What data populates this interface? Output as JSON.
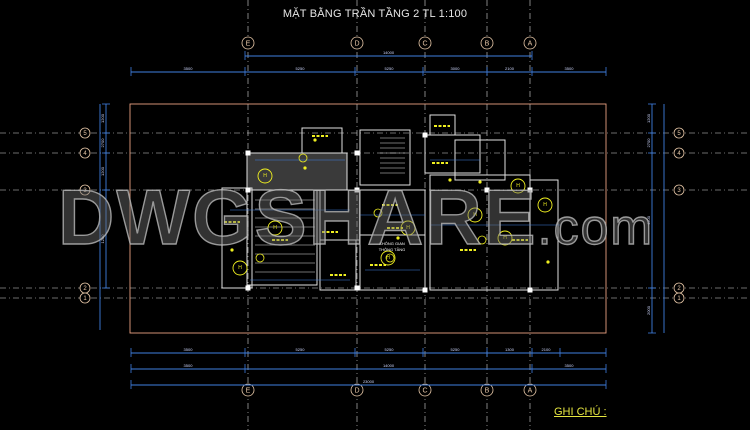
{
  "drawing": {
    "title": "MẶT BẰNG TRẦN TẦNG 2 TL 1:100",
    "notes_heading": "GHI CHÚ :",
    "watermark": "DWGSHARE",
    "watermark_suffix": ".com",
    "room_label_1": "KHÔNG GIAN",
    "room_label_2": "THÔNG TẦNG",
    "fixture_symbol": "H"
  },
  "grid_axes": {
    "columns": [
      "E",
      "D",
      "C",
      "B",
      "A"
    ],
    "rows": [
      "5",
      "4",
      "3",
      "2",
      "1"
    ]
  },
  "dimensions": {
    "top_overall": "14000",
    "top_segments": [
      "3500",
      "5250",
      "5250",
      "3000",
      "2100",
      "3500"
    ],
    "bottom_segments": [
      "3500",
      "5250",
      "5250",
      "5250",
      "1300",
      "2100"
    ],
    "bottom_middle": [
      "3500",
      "14000",
      "3500"
    ],
    "bottom_overall": "23000",
    "left_segments": [
      "1200",
      "2700",
      "1200",
      "1200"
    ],
    "right_segments": [
      "1200",
      "2700",
      "4200",
      "2000"
    ]
  },
  "colors": {
    "background": "#000000",
    "dimension": "#3f7fe0",
    "axis": "#d8d8d8",
    "axis_bubble": "#e8c8a8",
    "boundary": "#e8a080",
    "wall": "#e0e0e0",
    "fixture": "#f0f020",
    "room_fill": "#3a3a3a",
    "title": "#e6e6e6",
    "notes": "#e6e640"
  }
}
